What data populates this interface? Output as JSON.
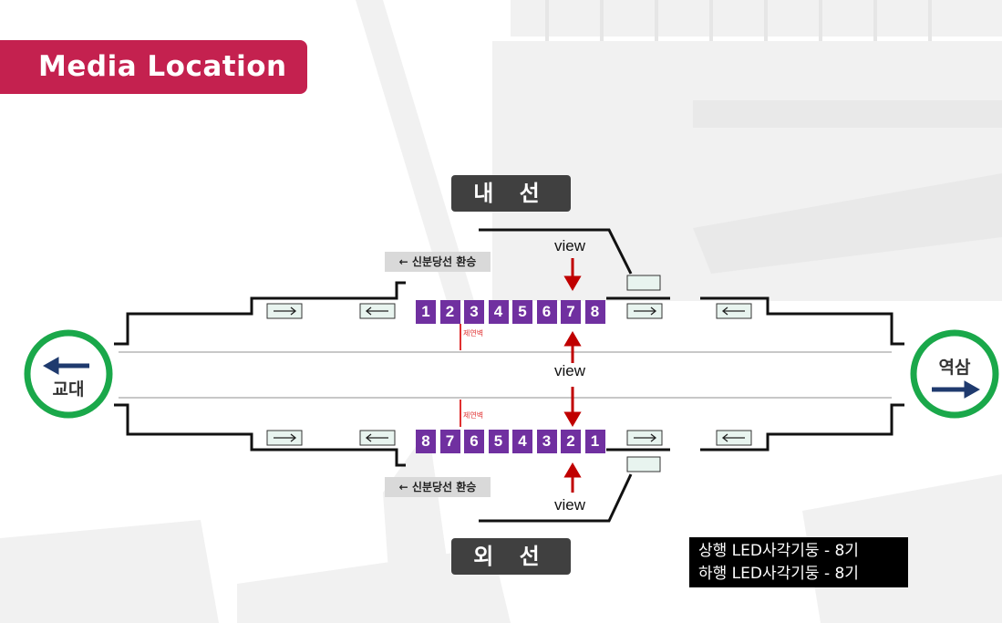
{
  "title": "Media Location",
  "lines": {
    "inner": "내 선",
    "outer": "외 선"
  },
  "transfer_label": "← 신분당선 환승",
  "view_label": "view",
  "screen_door_label": "제연벽",
  "stations": {
    "left": "교대",
    "right": "역삼"
  },
  "media": {
    "top_numbers": [
      "1",
      "2",
      "3",
      "4",
      "5",
      "6",
      "7",
      "8"
    ],
    "bottom_numbers": [
      "8",
      "7",
      "6",
      "5",
      "4",
      "3",
      "2",
      "1"
    ]
  },
  "legend": {
    "line1": "상행 LED사각기둥 - 8기",
    "line2": "하행 LED사각기둥 - 8기"
  },
  "colors": {
    "title_bg": "#c4214f",
    "media_box": "#7030a0",
    "arrow_red": "#c00000",
    "station_ring": "#1aa84a",
    "arrow_navy": "#1f3a6e",
    "label_bg": "#404040"
  }
}
